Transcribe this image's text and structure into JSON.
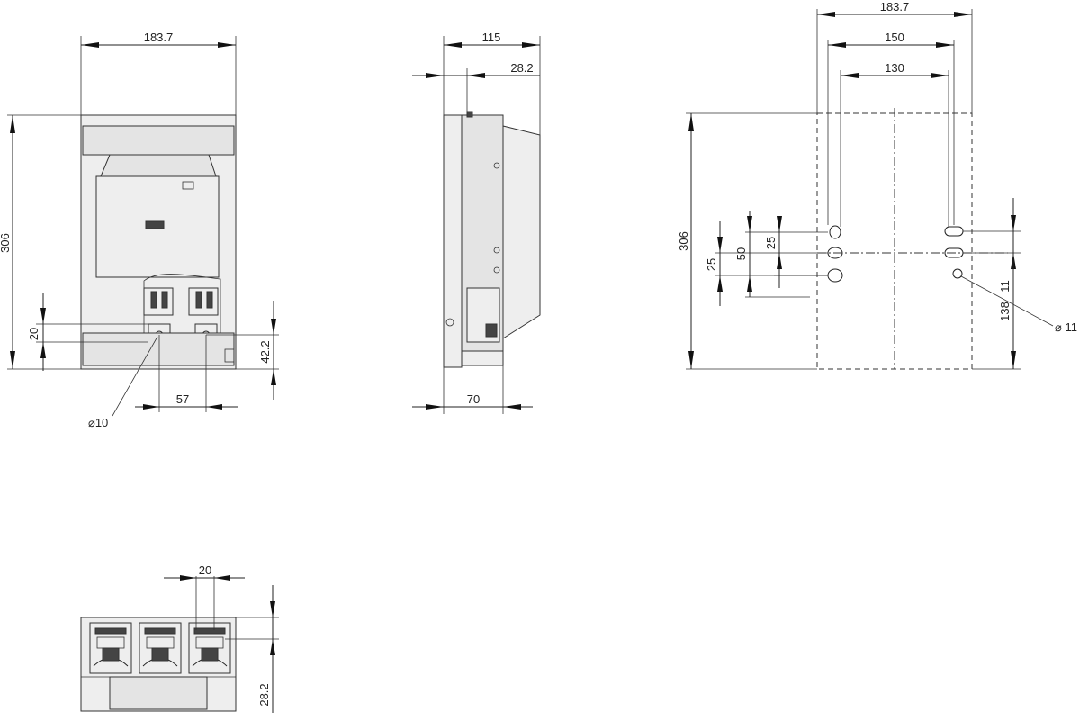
{
  "views": {
    "front": {
      "width_label": "183.7",
      "height_label": "306",
      "terminal_offset_label": "20",
      "terminal_height_label": "42.2",
      "terminal_spacing_label": "57",
      "hole_label": "⌀10"
    },
    "side": {
      "depth_label": "115",
      "front_offset_label": "28.2",
      "base_depth_label": "70"
    },
    "mounting": {
      "overall_width_label": "183.7",
      "hole_spacing_outer_label": "150",
      "hole_spacing_inner_label": "130",
      "height_label": "306",
      "slot_pitch_left_label": "25",
      "slot_span_label": "50",
      "slot_pitch_right_label": "25",
      "bottom_offset_label": "138",
      "slot_offset_label": "11",
      "hole_label": "⌀ 11"
    },
    "bottom": {
      "terminal_width_label": "20",
      "depth_label": "28.2"
    }
  }
}
